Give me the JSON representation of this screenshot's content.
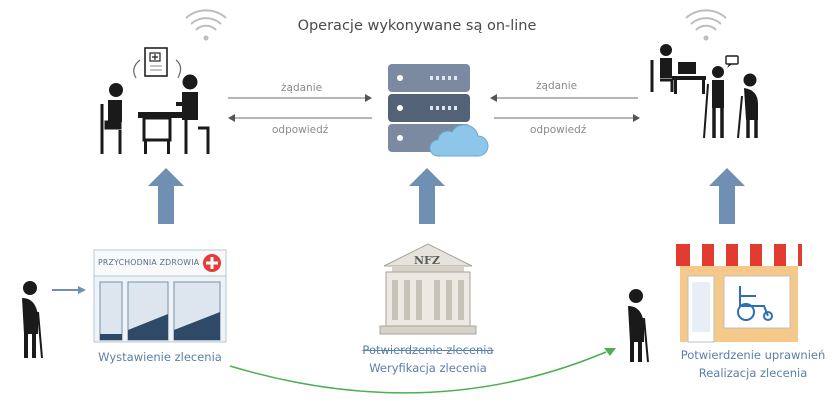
{
  "header": {
    "title": "Operacje wykonywane są on-line"
  },
  "left_link": {
    "request": "żądanie",
    "response": "odpowiedź"
  },
  "right_link": {
    "request": "żądanie",
    "response": "odpowiedź"
  },
  "clinic": {
    "sign": "PRZYCHODNIA ZDROWIA",
    "caption": "Wystawienie zlecenia"
  },
  "nfz": {
    "sign": "NFZ",
    "caption_line1": "Potwierdzenie zlecenia",
    "caption_line2": "Weryfikacja zlecenia"
  },
  "shop": {
    "caption_line1": "Potwierdzenie uprawnień",
    "caption_line2": "Realizacja zlecenia"
  },
  "colors": {
    "up_arrow": "#6f8fb3",
    "flow_arrow": "#4fae52",
    "server": "#6a7a90",
    "cloud": "#8ec6ea",
    "figure": "#1a1a1a"
  }
}
